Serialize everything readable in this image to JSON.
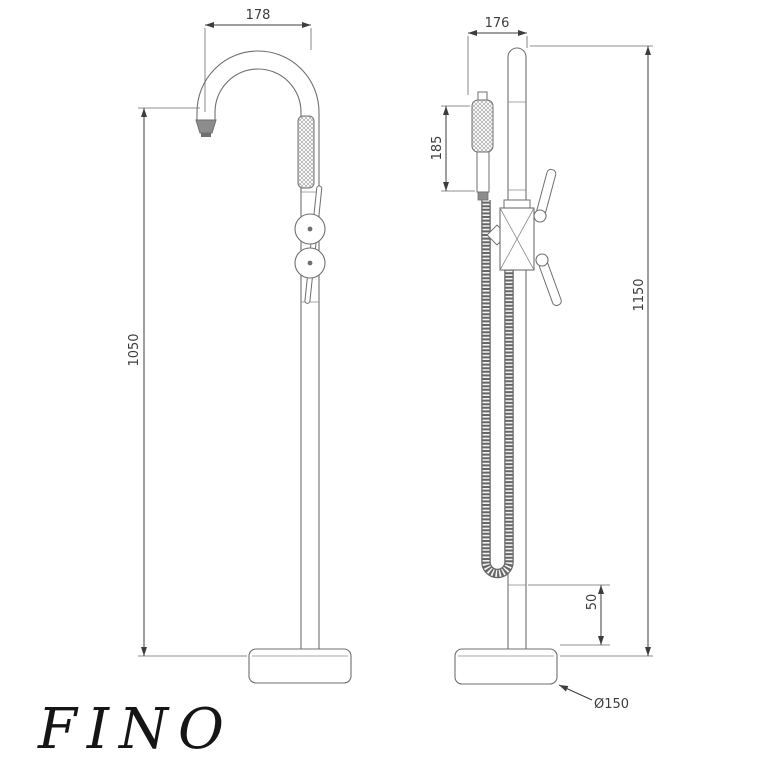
{
  "brand": {
    "name": "FINO"
  },
  "drawing": {
    "dims": {
      "front_reach": "178",
      "front_height": "1050",
      "side_depth": "176",
      "handset_length": "185",
      "side_height": "1150",
      "base_gap": "50",
      "base_diameter": "Ø150"
    },
    "colors": {
      "line": "#6f6f6f",
      "dimension": "#3c3c3c",
      "background": "#ffffff",
      "logo": "#151515"
    }
  }
}
